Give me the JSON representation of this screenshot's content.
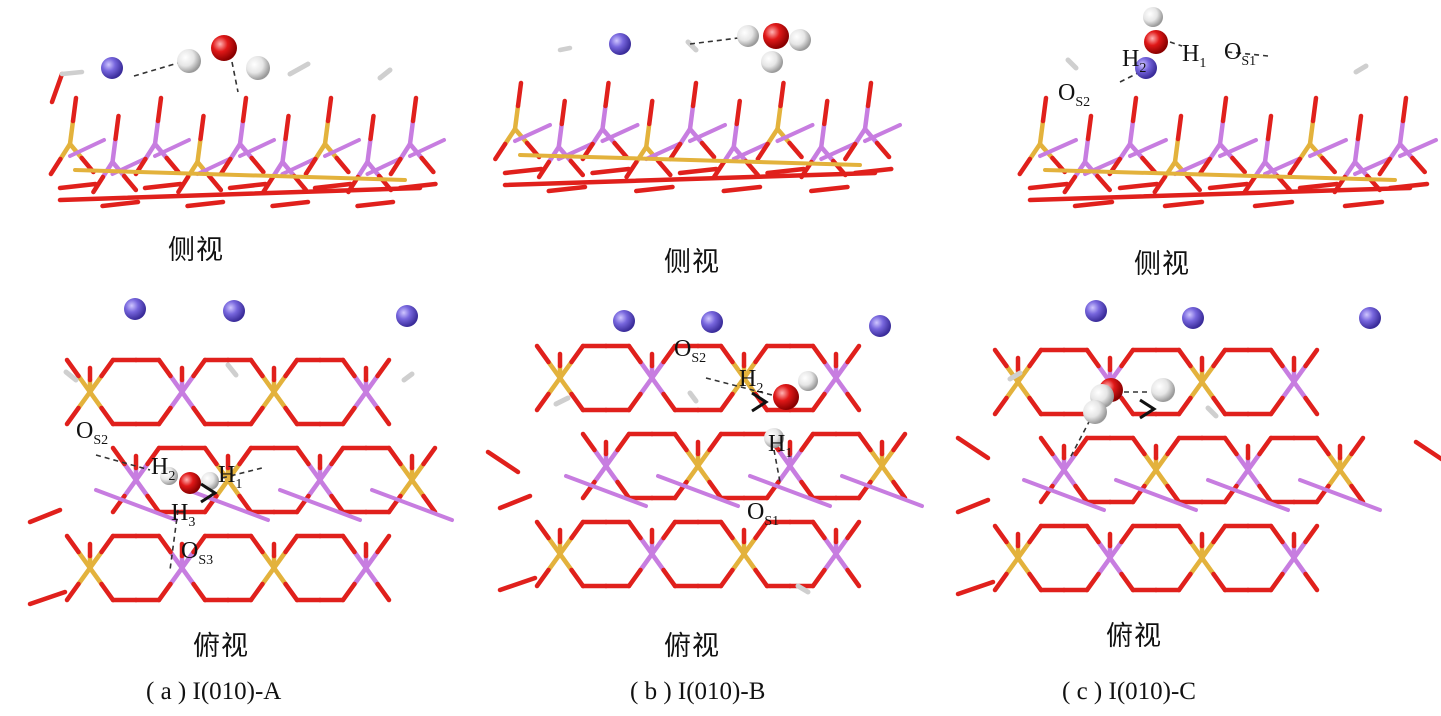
{
  "views": {
    "side": "侧视",
    "top": "俯视"
  },
  "panels": [
    {
      "id": "a",
      "caption": "( a ) I(010)-A"
    },
    {
      "id": "b",
      "caption": "( b ) I(010)-B"
    },
    {
      "id": "c",
      "caption": "( c ) I(010)-C"
    }
  ],
  "atom_labels": {
    "os1": {
      "main": "O",
      "sub": "S1"
    },
    "os2": {
      "main": "O",
      "sub": "S2"
    },
    "os3": {
      "main": "O",
      "sub": "S3"
    },
    "h1": {
      "main": "H",
      "sub": "1"
    },
    "h2": {
      "main": "H",
      "sub": "2"
    },
    "h3": {
      "main": "H",
      "sub": "3"
    }
  },
  "colors": {
    "oxygen_bond": "#e0201c",
    "aluminum_bond": "#c77de0",
    "silicon_bond": "#e3b23c",
    "hydrogen": "#e8e8e8",
    "sodium_atom": "#6f5fd6",
    "hbond": "#333333"
  }
}
